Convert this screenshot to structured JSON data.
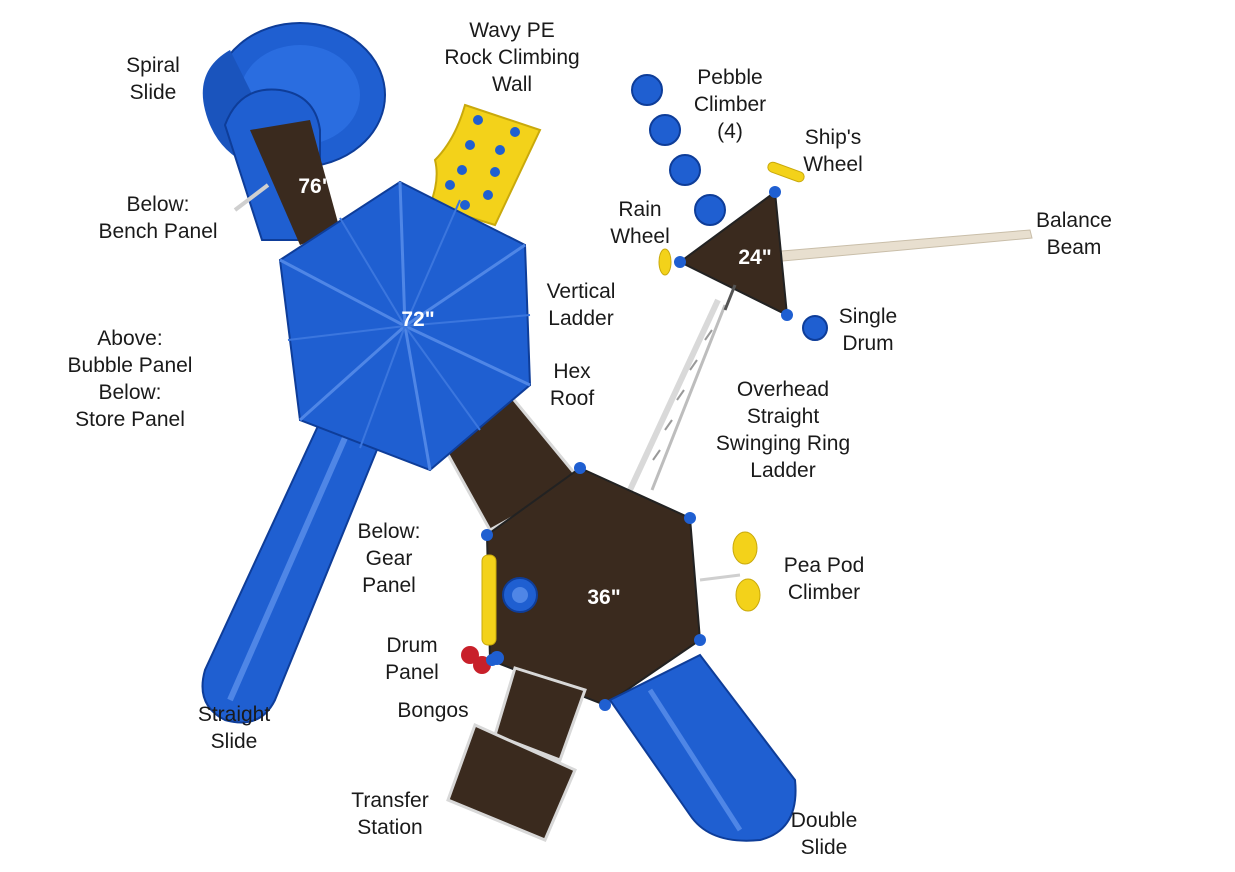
{
  "labels": [
    {
      "id": "spiral-slide",
      "lines": [
        "Spiral",
        "Slide"
      ]
    },
    {
      "id": "wavy-pe-wall",
      "lines": [
        "Wavy PE",
        "Rock Climbing",
        "Wall"
      ]
    },
    {
      "id": "pebble-climber",
      "lines": [
        "Pebble",
        "Climber",
        "(4)"
      ]
    },
    {
      "id": "ships-wheel",
      "lines": [
        "Ship's",
        "Wheel"
      ]
    },
    {
      "id": "bench-panel",
      "lines": [
        "Below:",
        "Bench Panel"
      ]
    },
    {
      "id": "rain-wheel",
      "lines": [
        "Rain",
        "Wheel"
      ]
    },
    {
      "id": "balance-beam",
      "lines": [
        "Balance",
        "Beam"
      ]
    },
    {
      "id": "vertical-ladder",
      "lines": [
        "Vertical",
        "Ladder"
      ]
    },
    {
      "id": "single-drum",
      "lines": [
        "Single",
        "Drum"
      ]
    },
    {
      "id": "bubble-store-panel",
      "lines": [
        "Above:",
        "Bubble Panel",
        "Below:",
        "Store Panel"
      ]
    },
    {
      "id": "hex-roof",
      "lines": [
        "Hex",
        "Roof"
      ]
    },
    {
      "id": "ring-ladder",
      "lines": [
        "Overhead",
        "Straight",
        "Swinging Ring",
        "Ladder"
      ]
    },
    {
      "id": "gear-panel",
      "lines": [
        "Below:",
        "Gear",
        "Panel"
      ]
    },
    {
      "id": "pea-pod-climber",
      "lines": [
        "Pea Pod",
        "Climber"
      ]
    },
    {
      "id": "drum-panel",
      "lines": [
        "Drum",
        "Panel"
      ]
    },
    {
      "id": "bongos",
      "lines": [
        "Bongos"
      ]
    },
    {
      "id": "straight-slide",
      "lines": [
        "Straight",
        "Slide"
      ]
    },
    {
      "id": "transfer-station",
      "lines": [
        "Transfer",
        "Station"
      ]
    },
    {
      "id": "double-slide",
      "lines": [
        "Double",
        "Slide"
      ]
    }
  ],
  "heights": {
    "deck_76": "76\"",
    "deck_72": "72\"",
    "deck_24": "24\"",
    "deck_36": "36\""
  },
  "colors": {
    "plastic_blue": "#1f5fd1",
    "deck_brown": "#3a2a1e",
    "accent_yellow": "#f3d21a",
    "drum_red": "#c8202a",
    "beam_tan": "#e8dfcf"
  }
}
